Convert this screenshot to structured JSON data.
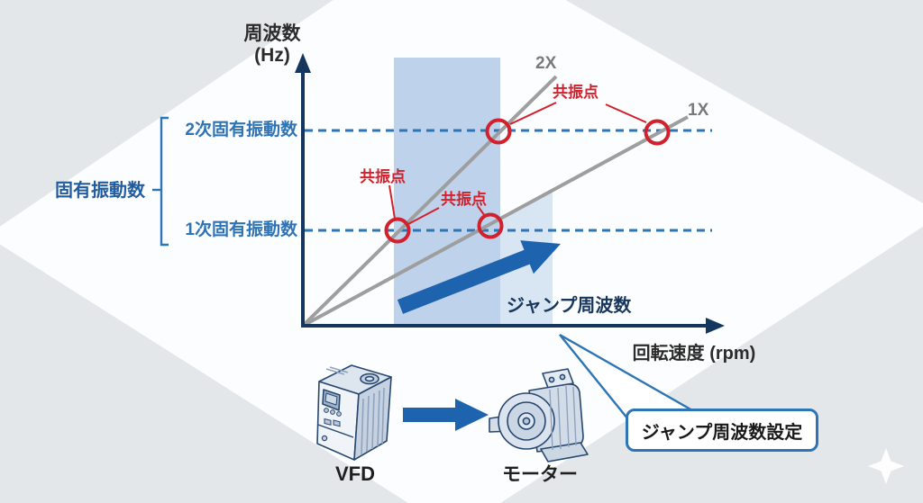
{
  "colors": {
    "background": "#e4e7ea",
    "diamond": "#fcfdfe",
    "axis_navy": "#16375d",
    "dashed_blue": "#2e75b6",
    "band_main": "#b9cfe9",
    "band_light": "#d4e2f2",
    "gray_line": "#9e9e9e",
    "resonance_red": "#d2202c",
    "arrow_blue": "#1e63ae",
    "label_blue": "#2e74b5"
  },
  "chart": {
    "y_axis_title_line1": "周波数",
    "y_axis_title_line2": "(Hz)",
    "x_axis_title": "回転速度 (rpm)",
    "second_natural_freq_label": "2次固有振動数",
    "first_natural_freq_label": "1次固有振動数",
    "natural_freq_group_label": "固有振動数",
    "line_2x_label": "2X",
    "line_1x_label": "1X",
    "resonance_point_1": "共振点",
    "resonance_point_2": "共振点",
    "resonance_point_3": "共振点",
    "jump_frequency_label": "ジャンプ周波数"
  },
  "equipment": {
    "vfd_label": "VFD",
    "motor_label": "モーター"
  },
  "callout": {
    "text": "ジャンプ周波数設定"
  }
}
